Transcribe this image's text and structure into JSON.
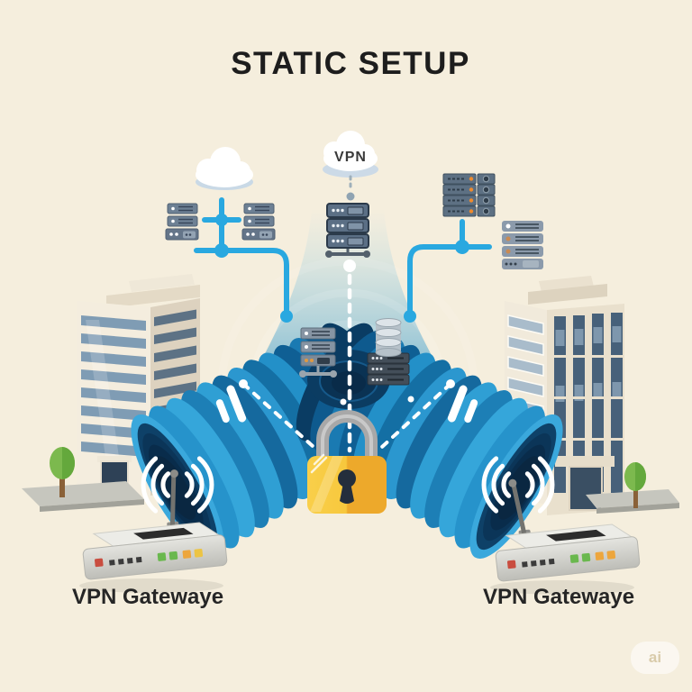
{
  "title": "STATIC SETUP",
  "vpn_cloud": {
    "label": "VPN"
  },
  "gateway_left": {
    "label": "VPN Gatewaye"
  },
  "gateway_right": {
    "label": "VPN Gatewaye"
  },
  "watermark": {
    "label": "ai"
  },
  "colors": {
    "background": "#f5eedd",
    "title_text": "#1d1d1d",
    "network_line_blue": "#29a8e0",
    "tunnel_blue": "#1f86c2",
    "tunnel_interior_dark": "#0a2741",
    "lock_gold_light": "#f7c83d",
    "lock_gold_dark": "#eda92b",
    "shackle_gray": "#a8a8a8",
    "server_slate": "#5b6f85",
    "server_gray": "#8b9aab",
    "rack_orange_led": "#ef8b2d",
    "building_cream": "#f4edde",
    "window_blue": "#7f9cb4",
    "window_dark": "#47617a",
    "router_silver": "#d6d6d0",
    "led_red": "#c94d3f",
    "led_green": "#6ab84e",
    "led_orange": "#eda63d",
    "tree_green": "#7cb94e",
    "label_text": "#262626",
    "watermark_text": "#d9cbaa"
  },
  "scene_elements": [
    "cloud",
    "vpn-cloud",
    "network-cross-connector",
    "server-stacks",
    "server-rack",
    "database-server",
    "office-building-left",
    "office-building-right",
    "vpn-tunnel-left",
    "vpn-tunnel-right",
    "wifi-signal",
    "padlock",
    "vpn-gateway-router-left",
    "vpn-gateway-router-right",
    "tree",
    "sidewalk"
  ]
}
